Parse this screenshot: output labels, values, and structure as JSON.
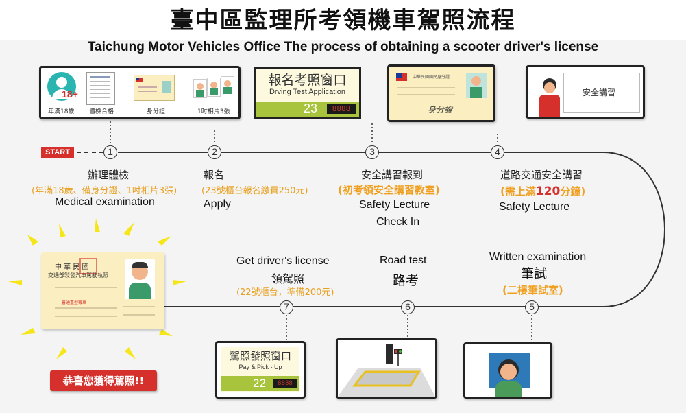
{
  "title": "臺中區監理所考領機車駕照流程",
  "subtitle": "Taichung Motor Vehicles Office The process of obtaining a scooter  driver's license",
  "start_label": "START",
  "requirements": [
    {
      "label": "年滿18歲",
      "badge": "18+"
    },
    {
      "label": "體檢合格"
    },
    {
      "label": "身分證"
    },
    {
      "label": "1吋相片3張"
    }
  ],
  "application_sign": {
    "title": "報名考照窗口",
    "subtitle": "Drving Test Application",
    "number": "23",
    "display": "8888"
  },
  "id_card": {
    "header": "中華民國國民身分證",
    "label": "身分證"
  },
  "lecture_board": {
    "label": "安全講習"
  },
  "pickup_sign": {
    "title": "駕照發照窗口",
    "subtitle": "Pay & Pick - Up",
    "number": "22",
    "display": "8888"
  },
  "license": {
    "line1": "中  華  民  國",
    "line2": "交通部製發汽車駕駛執照",
    "line3": "普通重型機車"
  },
  "congrats": "恭喜您獲得駕照!!",
  "steps": [
    {
      "num": "1",
      "zh": "辦理體檢",
      "note": "(年滿18歲、備身分證、1吋相片3張)",
      "en": "Medical examination"
    },
    {
      "num": "2",
      "zh": "報名",
      "note": "(23號櫃台報名繳費250元)",
      "en": "Apply"
    },
    {
      "num": "3",
      "zh": "安全講習報到",
      "note": "(初考領安全講習教室)",
      "en1": "Safety Lecture",
      "en2": "Check In"
    },
    {
      "num": "4",
      "zh": "道路交通安全講習",
      "note_pre": "(需上滿",
      "note_num": "120",
      "note_post": "分鐘)",
      "en": "Safety Lecture"
    },
    {
      "num": "5",
      "en": "Written examination",
      "zh": "筆試",
      "note": "(二樓筆試室)"
    },
    {
      "num": "6",
      "en": "Road test",
      "zh": "路考"
    },
    {
      "num": "7",
      "en": "Get driver's license",
      "zh": "領駕照",
      "note": "(22號櫃台，準備200元)"
    }
  ],
  "colors": {
    "accent_red": "#d5302c",
    "orange": "#e8a020",
    "green_bar": "#a8c43c",
    "sign_bg": "#fdf9df"
  }
}
